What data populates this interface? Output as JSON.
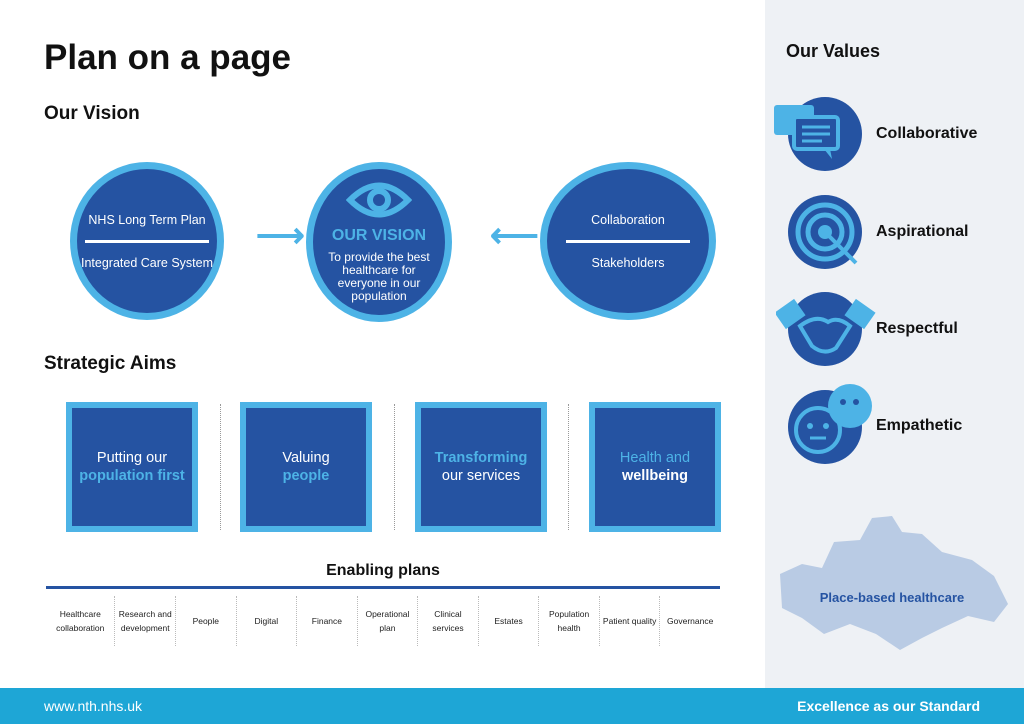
{
  "title": "Plan on a page",
  "vision": {
    "heading": "Our Vision",
    "left": {
      "top": "NHS Long Term Plan",
      "bottom": "Integrated Care System"
    },
    "center": {
      "title": "OUR VISION",
      "text": "To provide the best healthcare for everyone in our population"
    },
    "right": {
      "top": "Collaboration",
      "bottom": "Stakeholders"
    }
  },
  "aims": {
    "heading": "Strategic Aims",
    "items": [
      {
        "line1": "Putting our",
        "line2": "population first"
      },
      {
        "line1": "Valuing",
        "line2": "people"
      },
      {
        "line1": "Transforming",
        "line2": "our services"
      },
      {
        "line1": "Health and",
        "line2": "wellbeing"
      }
    ]
  },
  "enabling": {
    "heading": "Enabling plans",
    "items": [
      "Healthcare collaboration",
      "Research and development",
      "People",
      "Digital",
      "Finance",
      "Operational plan",
      "Clinical services",
      "Estates",
      "Population health",
      "Patient quality",
      "Governance"
    ]
  },
  "values": {
    "heading": "Our Values",
    "items": [
      "Collaborative",
      "Aspirational",
      "Respectful",
      "Empathetic"
    ]
  },
  "map_label": "Place-based healthcare",
  "footer": {
    "url": "www.nth.nhs.uk",
    "tagline": "Excellence as our Standard"
  },
  "colors": {
    "navy": "#2553a2",
    "light_blue": "#4db3e6",
    "footer": "#1ea6d6"
  }
}
